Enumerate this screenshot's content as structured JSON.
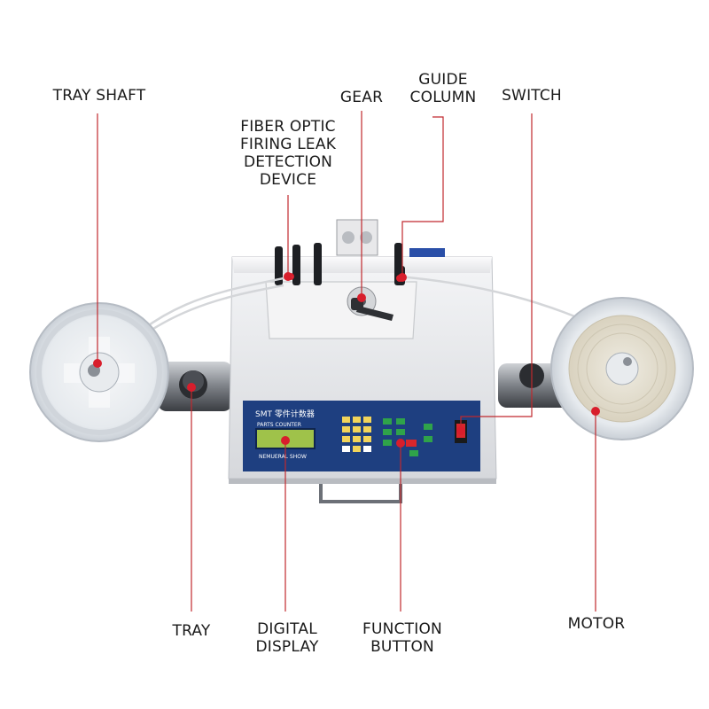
{
  "labels": {
    "tray_shaft": "TRAY SHAFT",
    "fiber_optic": [
      "FIBER OPTIC",
      "FIRING LEAK",
      "DETECTION",
      "DEVICE"
    ],
    "gear": "GEAR",
    "guide_column": [
      "GUIDE",
      "COLUMN"
    ],
    "switch": "SWITCH",
    "tray": "TRAY",
    "digital_display": [
      "DIGITAL",
      "DISPLAY"
    ],
    "function_button": [
      "FUNCTION",
      "BUTTON"
    ],
    "motor": "MOTOR"
  },
  "panel": {
    "brand_text": "SMT 零件计数器",
    "parts_counter": "PARTS COUNTER",
    "numeral_show": "NEMUERAL SHOW"
  },
  "colors": {
    "leader_line": "#c0282d",
    "marker": "#d81e2c",
    "housing": "#e9eaec",
    "panel": "#1e3f80",
    "lcd": "#9fc24a",
    "key": "#f2d45a",
    "green_key": "#2fa34a",
    "red_key": "#d8262c"
  }
}
